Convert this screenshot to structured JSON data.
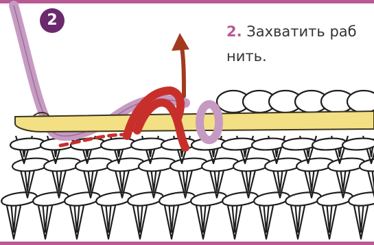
{
  "step": {
    "badge": "2",
    "number": "2.",
    "line1": "Захватить раб",
    "line2": "нить."
  },
  "colors": {
    "accent": "#b85a93",
    "badge": "#6b2a6e",
    "hook": "#f3e084",
    "working_yarn": "#c7302a",
    "tail_yarn": "#c79ac3",
    "arrow": "#a13a1f"
  },
  "icons": [
    "arrow-up-icon"
  ]
}
